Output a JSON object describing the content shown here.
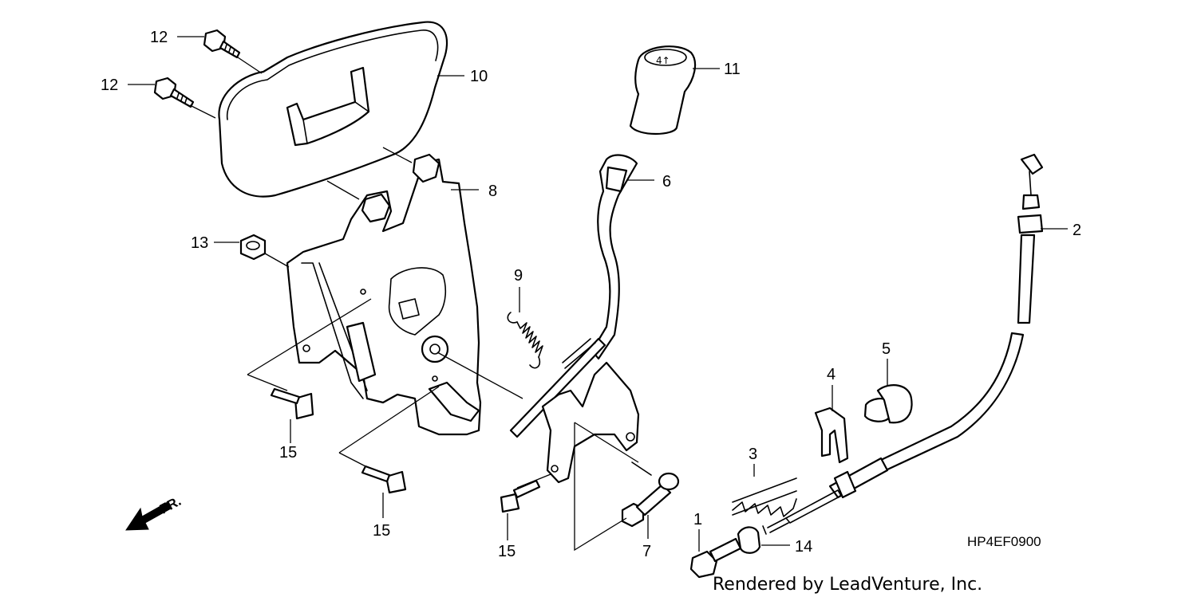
{
  "callouts": {
    "c12a": "12",
    "c12b": "12",
    "c10": "10",
    "c11": "11",
    "c8": "8",
    "c6": "6",
    "c13": "13",
    "c9": "9",
    "c2": "2",
    "c5": "5",
    "c4": "4",
    "c3": "3",
    "c15a": "15",
    "c15b": "15",
    "c15c": "15",
    "c7": "7",
    "c1": "1",
    "c14": "14"
  },
  "diagram_code": "HP4EF0900",
  "front_indicator": "FR.",
  "credit": "Rendered by LeadVenture, Inc."
}
